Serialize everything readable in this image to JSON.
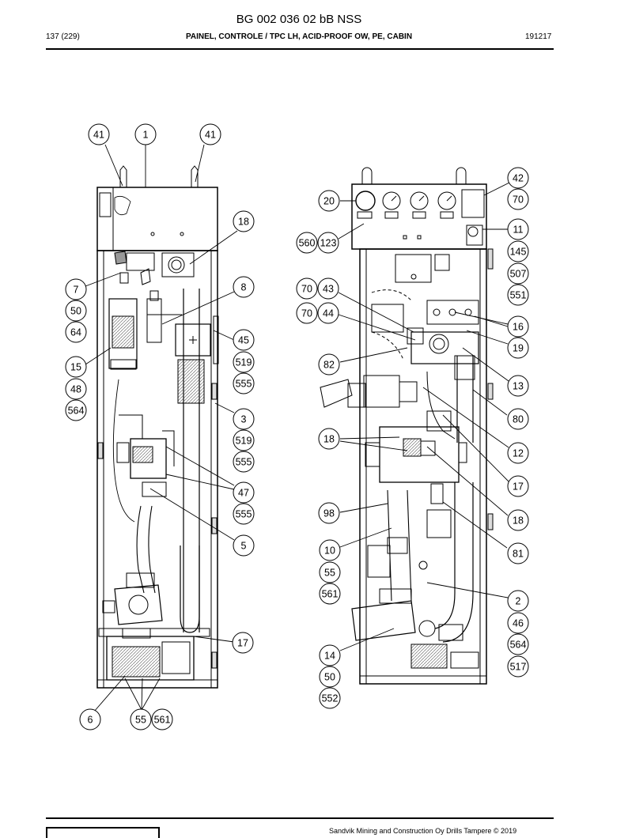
{
  "header": {
    "doc_number": "BG 002 036 02 bB NSS",
    "page": "137 (229)",
    "title": "PAINEL, CONTROLE / TPC LH, ACID-PROOF OW, PE, CABIN",
    "date": "191217"
  },
  "footer": {
    "copyright": "Sandvik Mining and Construction Oy Drills Tampere © 2019"
  },
  "callouts": {
    "left": [
      "41",
      "1",
      "41",
      "18",
      "7",
      "50",
      "64",
      "8",
      "45",
      "519",
      "555",
      "15",
      "48",
      "564",
      "3",
      "519",
      "555",
      "47",
      "555",
      "5",
      "17",
      "6",
      "55",
      "561"
    ],
    "right": [
      "42",
      "70",
      "20",
      "11",
      "560",
      "123",
      "145",
      "507",
      "551",
      "70",
      "43",
      "70",
      "44",
      "16",
      "19",
      "82",
      "13",
      "80",
      "18",
      "12",
      "17",
      "98",
      "18",
      "10",
      "81",
      "55",
      "561",
      "2",
      "46",
      "564",
      "517",
      "14",
      "50",
      "552"
    ]
  }
}
